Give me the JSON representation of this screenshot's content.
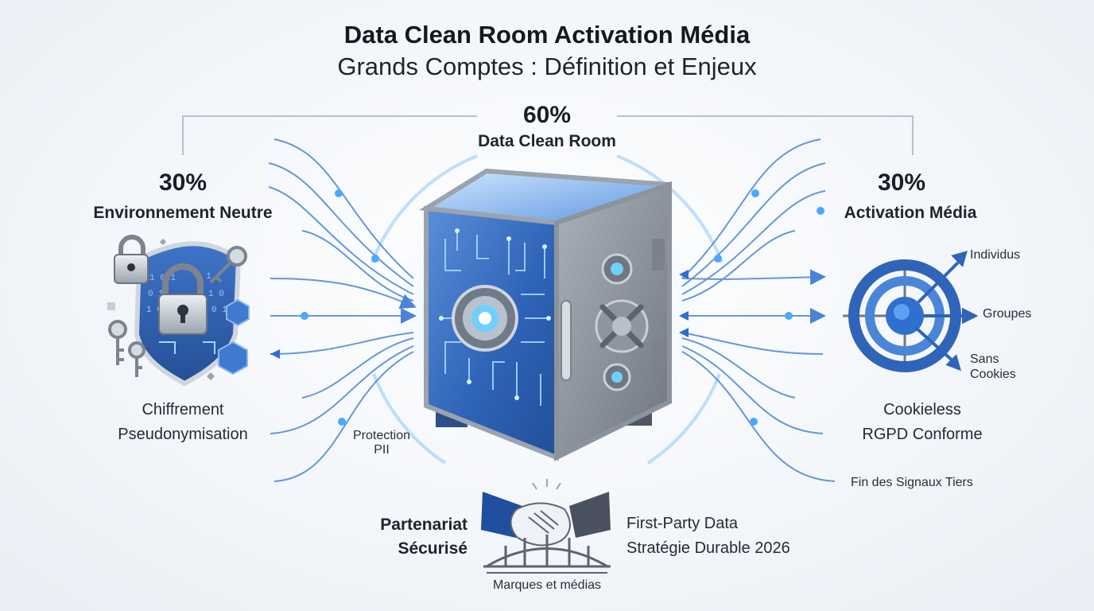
{
  "header": {
    "title_line1": "Data Clean Room Activation Média",
    "title_line2": "Grands Comptes : Définition et Enjeux"
  },
  "center": {
    "percent": "60%",
    "label": "Data Clean Room"
  },
  "left": {
    "percent": "30%",
    "label": "Environnement Neutre",
    "features": [
      "Chiffrement",
      "Pseudonymisation"
    ],
    "pii": [
      "Protection",
      "PII"
    ]
  },
  "right": {
    "percent": "30%",
    "label": "Activation Média",
    "target_labels": [
      "Individus",
      "Groupes",
      "Sans",
      "Cookies"
    ],
    "features": [
      "Cookieless",
      "RGPD Conforme"
    ],
    "footnote": "Fin des Signaux Tiers"
  },
  "bottom": {
    "partnership": [
      "Partenariat",
      "Sécurisé"
    ],
    "caption": "Marques et médias",
    "points": [
      "First-Party Data",
      "Stratégie Durable 2026"
    ]
  },
  "colors": {
    "accent_blue": "#2f6fd0",
    "line_blue": "#4a86d8",
    "steel": "#8a929c",
    "glow": "#5bb6ff"
  },
  "icons": [
    "shield-lock-icon",
    "padlock-icon",
    "key-icon",
    "cube-icon",
    "vault-icon",
    "target-icon",
    "arrow-icon",
    "handshake-icon",
    "bridge-icon"
  ]
}
